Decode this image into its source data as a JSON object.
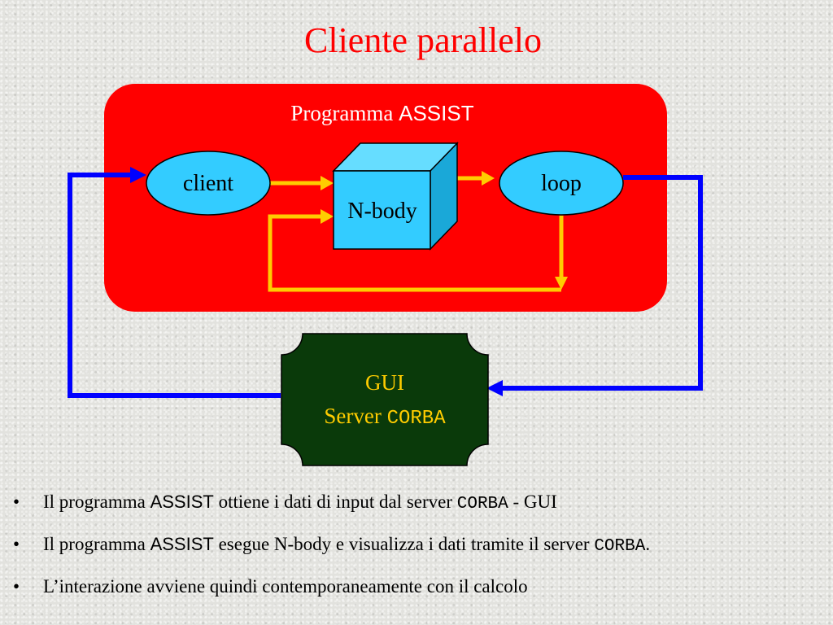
{
  "slide": {
    "title": "Cliente parallelo"
  },
  "diagram": {
    "program_label_prefix": "Programma ",
    "program_label_name": "ASSIST",
    "client_label": "client",
    "nbody_label": "N-body",
    "loop_label": "loop",
    "gui_line1": "GUI",
    "gui_line2_prefix": "Server ",
    "gui_line2_mono": "CORBA",
    "colors": {
      "title": "#ff0000",
      "program_box": "#ff0000",
      "node_fill": "#33ccff",
      "gui_box": "#0a3a0a",
      "gui_text": "#ffcc00",
      "data_arrow": "#ffcc00",
      "io_arrow": "#0000ff"
    }
  },
  "bullets": [
    {
      "bullet": "•",
      "t1": "Il programma ",
      "t2": "ASSIST",
      "t3": " ottiene i dati di input dal server ",
      "t4": "CORBA",
      "t5": " - GUI"
    },
    {
      "bullet": "•",
      "t1": "Il programma ",
      "t2": "ASSIST",
      "t3": " esegue N-body e visualizza i dati tramite il server ",
      "t4": "CORBA",
      "t5": "."
    },
    {
      "bullet": "•",
      "t1": "L’interazione avviene quindi contemporaneamente con il calcolo"
    }
  ]
}
